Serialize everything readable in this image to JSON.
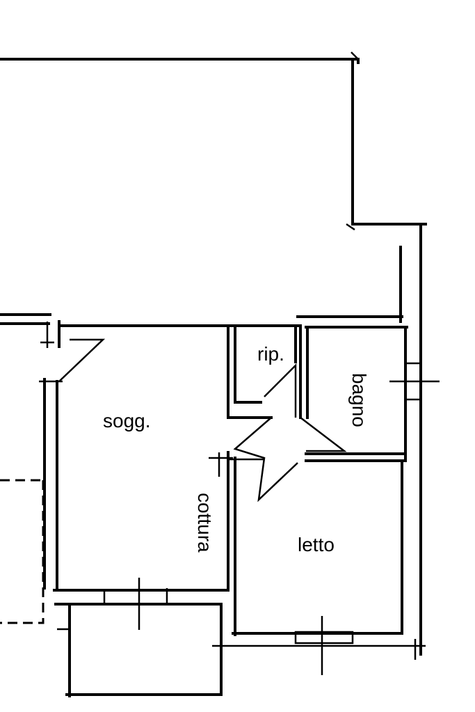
{
  "rooms": {
    "soggiorno": "sogg.",
    "ripostiglio": "rip.",
    "bagno": "bagno",
    "cottura": "cottura",
    "letto": "letto"
  }
}
